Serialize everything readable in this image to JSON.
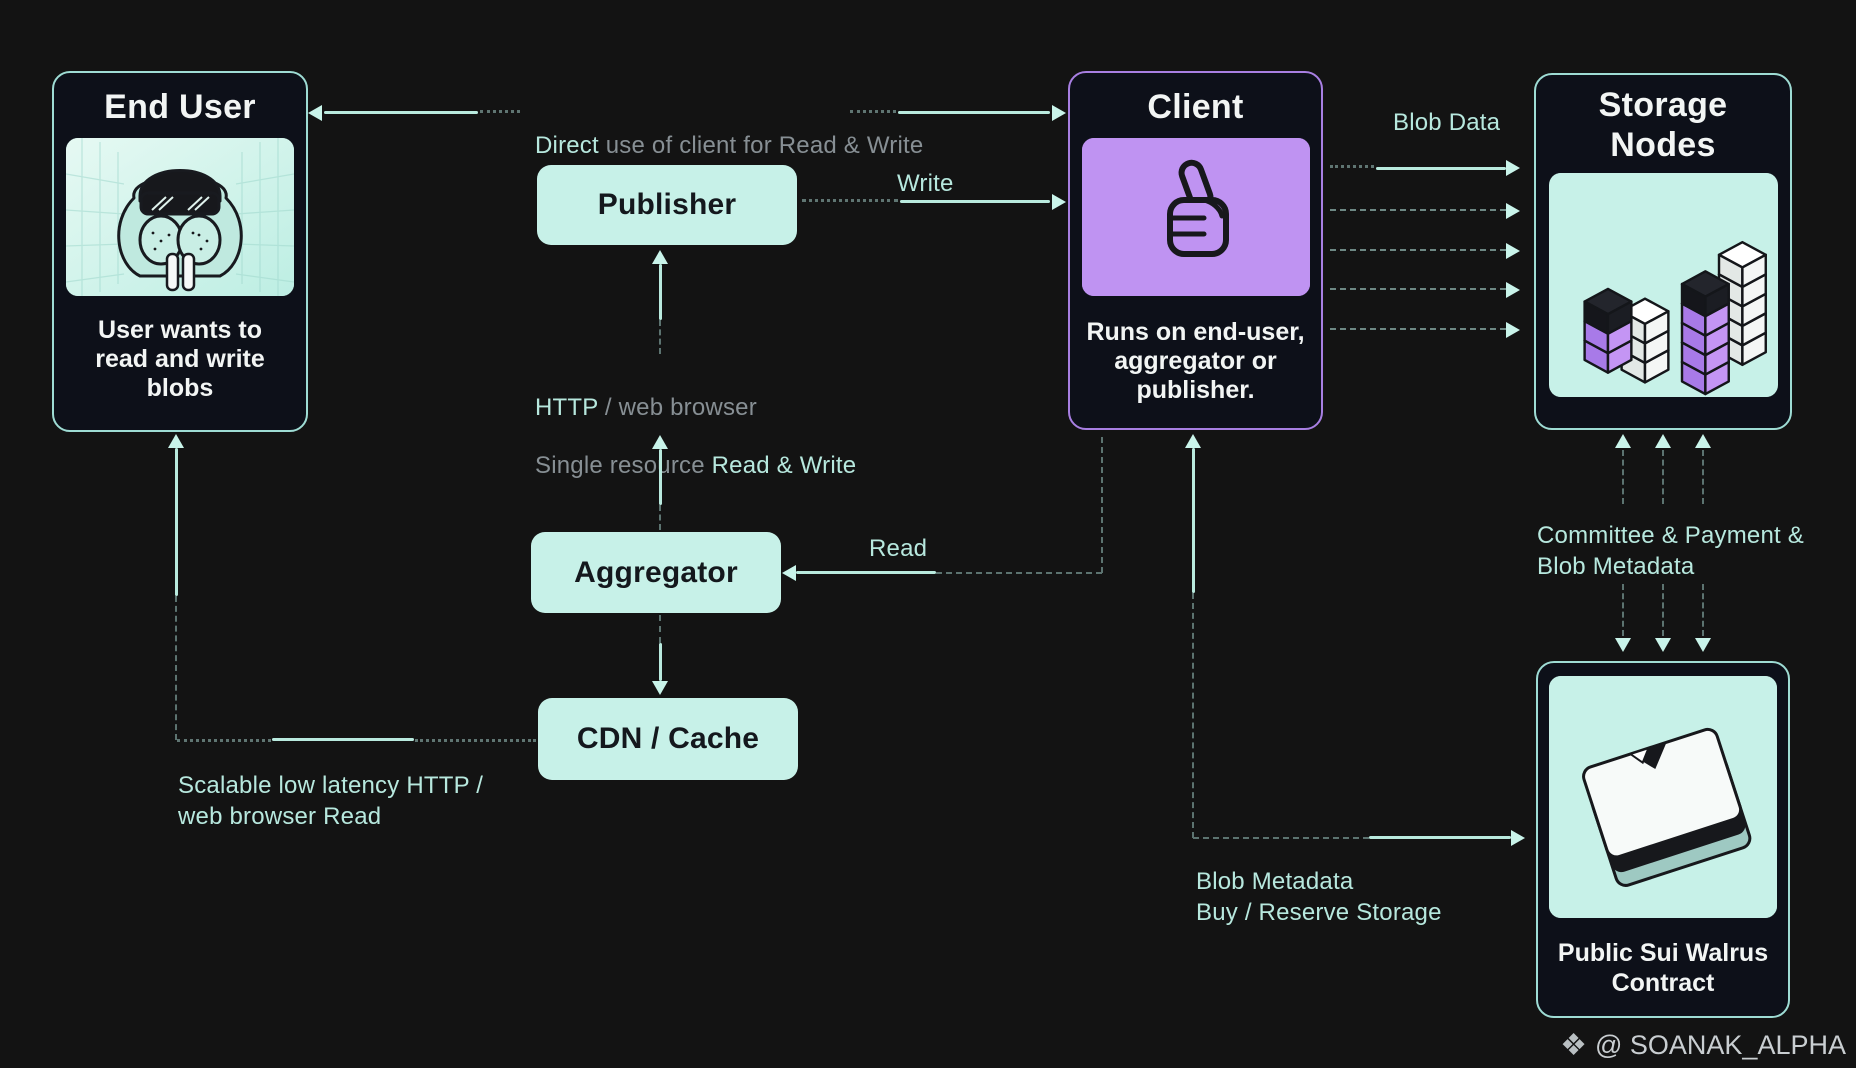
{
  "nodes": {
    "end_user": {
      "title": "End User",
      "desc": "User wants to\nread and write\nblobs"
    },
    "client": {
      "title": "Client",
      "desc": "Runs on end-user,\naggregator or\npublisher."
    },
    "storage": {
      "title": "Storage\nNodes"
    },
    "contract": {
      "title": "Public Sui Walrus\nContract"
    },
    "publisher": {
      "label": "Publisher"
    },
    "aggregator": {
      "label": "Aggregator"
    },
    "cdn": {
      "label": "CDN / Cache"
    }
  },
  "labels": {
    "direct": {
      "accent": "Direct",
      "rest": " use of client for Read & Write"
    },
    "write": "Write",
    "blob_data": "Blob Data",
    "http": {
      "line1_accent": "HTTP",
      "line1_rest": " / web browser",
      "line2_plain": "Single resource ",
      "line2_accent": "Read & Write"
    },
    "read": "Read",
    "committee": "Committee & Payment &\nBlob Metadata",
    "scalable": "Scalable low latency HTTP /\nweb browser Read",
    "blob_metadata": "Blob Metadata\nBuy / Reserve Storage"
  },
  "watermark": {
    "icon": "❖",
    "handle": "@ SOANAK_ALPHA"
  },
  "colors": {
    "background": "#131313",
    "card_background": "#0d1019",
    "mint_fill": "#c7f1e8",
    "mint_text": "#b7e8de",
    "teal_border": "#9edcd4",
    "purple_fill": "#bf93f2",
    "purple_border": "#a87fe2",
    "gray_text": "#878f94",
    "white_text": "#f2f5f4"
  }
}
